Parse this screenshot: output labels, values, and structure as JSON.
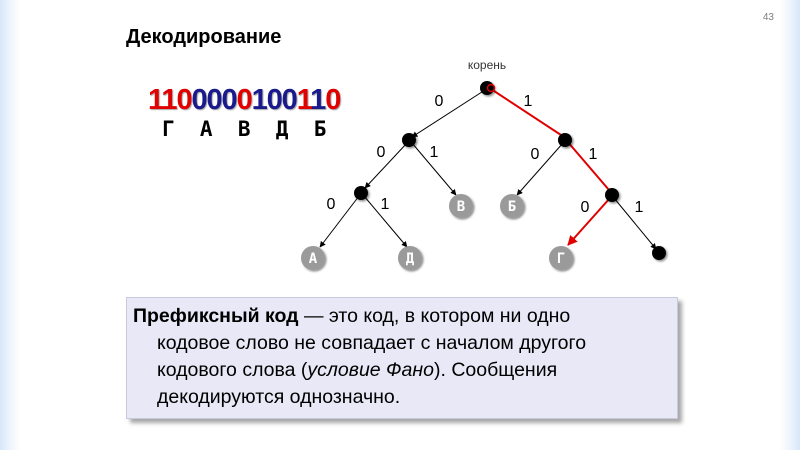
{
  "slide_number": "43",
  "title": "Декодирование",
  "code_segments": [
    {
      "text": "110",
      "color": "#e00000"
    },
    {
      "text": "000",
      "color": "#1a1a8c"
    },
    {
      "text": "0",
      "color": "#e00000"
    },
    {
      "text": "100",
      "color": "#1a1a8c"
    },
    {
      "text": "1",
      "color": "#e00000"
    },
    {
      "text": "1",
      "color": "#1a1a8c"
    },
    {
      "text": "0",
      "color": "#e00000"
    }
  ],
  "decoded_letters": "Г  А  В  Д  Б",
  "tree": {
    "root_label": "корень",
    "edge_labels": {
      "root_left": "0",
      "root_right": "1",
      "n1_left": "0",
      "n1_right": "1",
      "n2_left": "0",
      "n2_right": "1",
      "n3_left": "0",
      "n3_right": "1",
      "n4_left": "0",
      "n4_right": "1"
    },
    "leaves": {
      "a": "А",
      "d": "Д",
      "v": "В",
      "b": "Б",
      "g": "Г"
    },
    "path_color": "#e00000"
  },
  "definition": {
    "term": "Префиксный код",
    "line1_rest": " — это код, в котором ни одно",
    "line2": "кодовое слово не совпадает с началом другого",
    "line3_pre": "кодового слова (",
    "line3_italic": "условие Фано",
    "line3_post": "). Сообщения",
    "line4": "декодируются однозначно."
  }
}
